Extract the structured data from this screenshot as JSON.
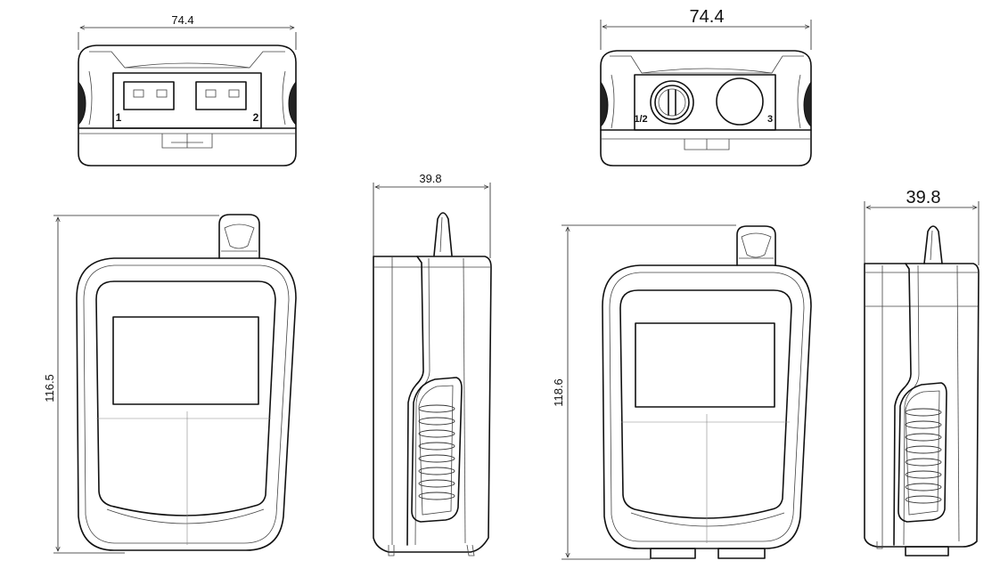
{
  "dimensions": {
    "top_view_1_width": "74.4",
    "top_view_2_width": "74.4",
    "side_view_1_depth": "39.8",
    "side_view_2_depth": "39.8",
    "front_view_1_height": "116.5",
    "front_view_2_height": "118.6"
  },
  "connector_labels": {
    "view_1_left": "1",
    "view_1_right": "2",
    "view_2_left": "1/2",
    "view_2_right": "3"
  },
  "colors": {
    "line": "#111111",
    "background": "#ffffff"
  }
}
